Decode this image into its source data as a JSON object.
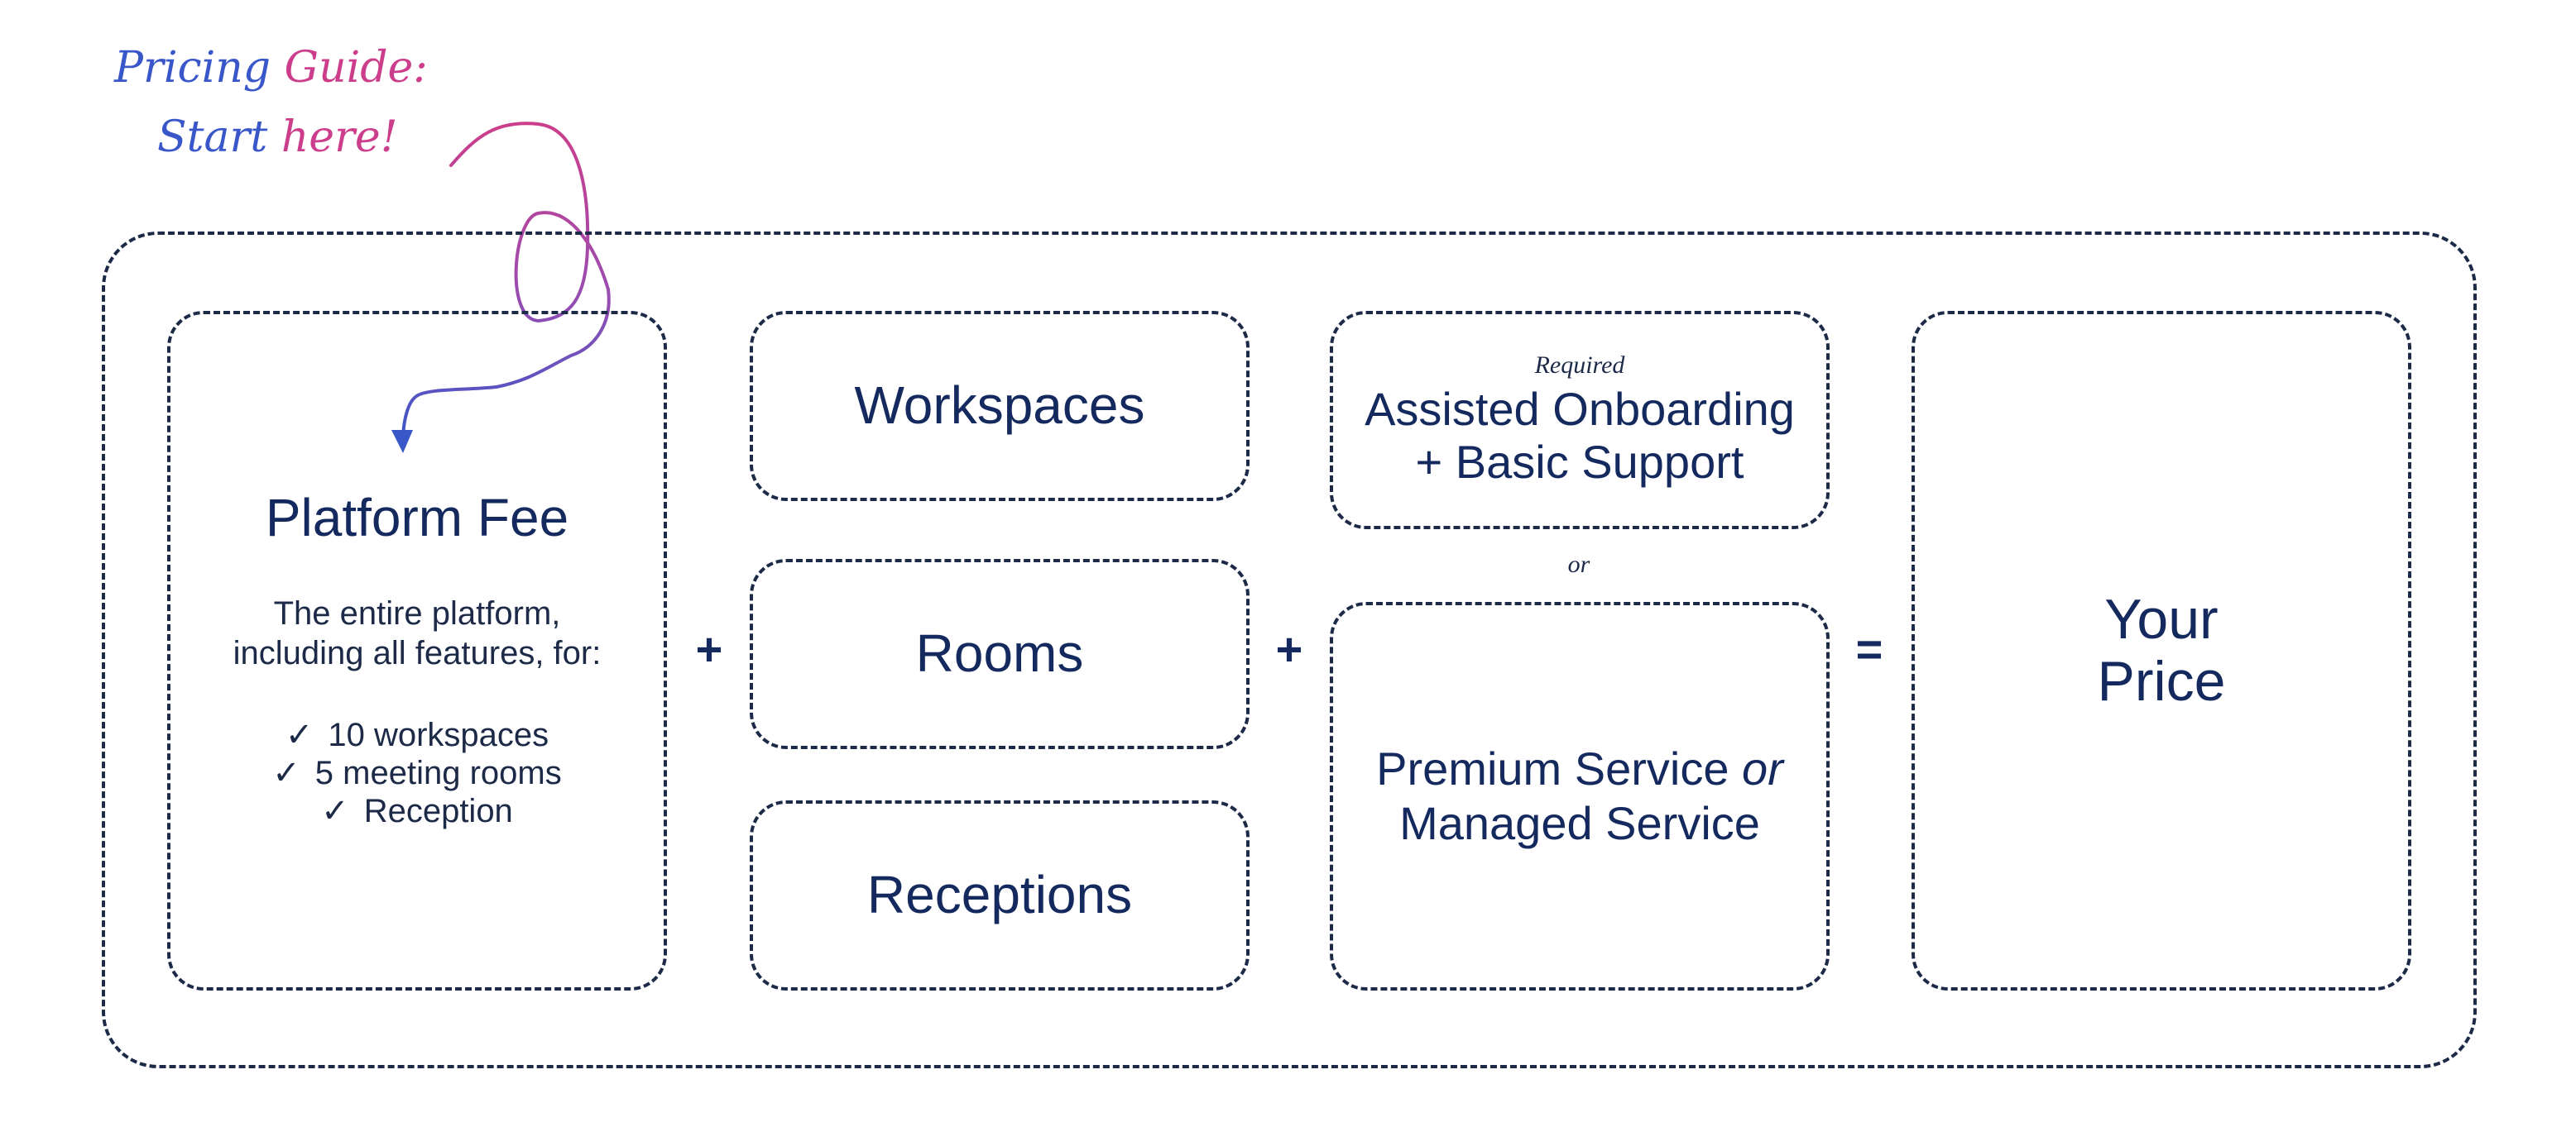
{
  "annotation": {
    "line1_part1": "Pricing",
    "line1_part2": "Guide:",
    "line2_part1": "Start",
    "line2_part2": "here!"
  },
  "platform": {
    "title": "Platform Fee",
    "desc_line1": "The entire platform,",
    "desc_line2": "including all features, for:",
    "check_glyph": "✓",
    "includes": [
      "10 workspaces",
      "5 meeting rooms",
      "Reception"
    ]
  },
  "operators": {
    "plus1": "+",
    "plus2": "+",
    "equals": "="
  },
  "addons": [
    "Workspaces",
    "Rooms",
    "Receptions"
  ],
  "service": {
    "required_label": "Required",
    "onboarding_line1": "Assisted Onboarding",
    "onboarding_line2": "+ Basic Support",
    "or_label": "or",
    "premium_part1": "Premium Service",
    "premium_or": "or",
    "premium_part2": "Managed Service"
  },
  "result": {
    "line1": "Your",
    "line2": "Price"
  },
  "colors": {
    "text": "#14295e",
    "border": "#1c2a48",
    "annotation_blue": "#3a57c9",
    "annotation_pink": "#cc3e8c"
  }
}
